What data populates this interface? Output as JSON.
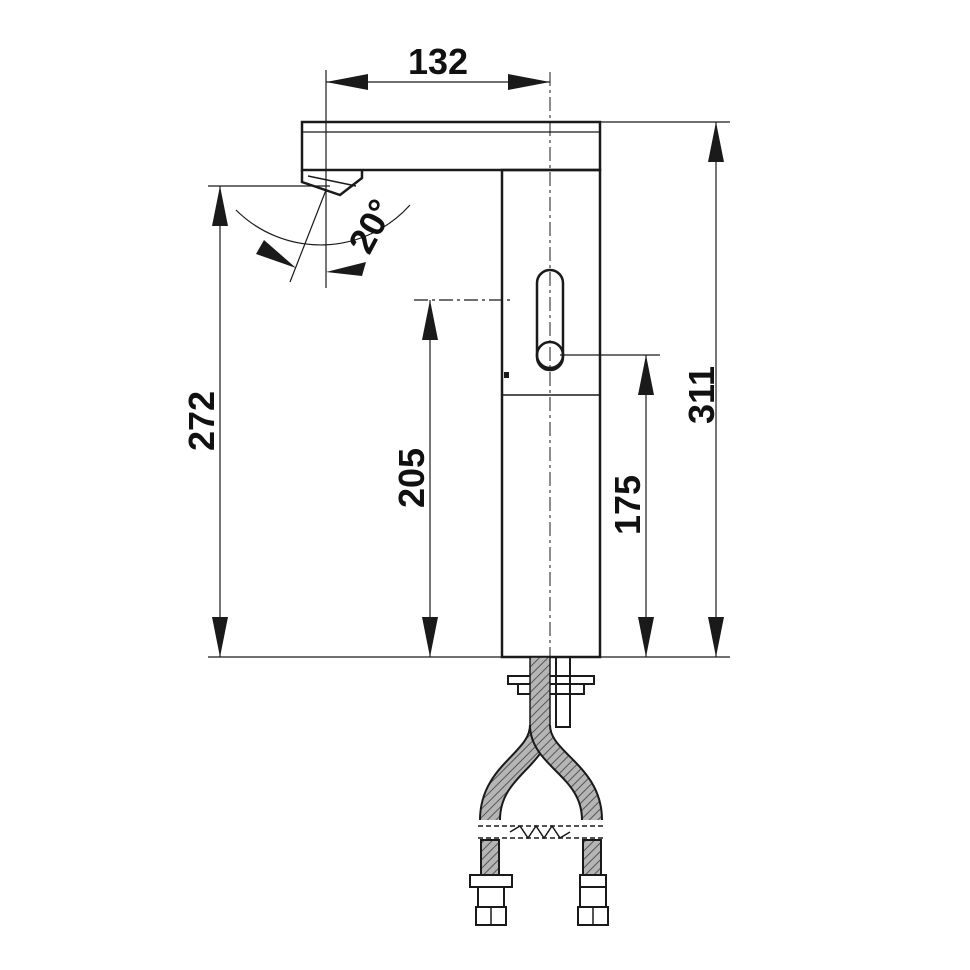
{
  "diagram": {
    "dimensions": {
      "spout_reach": "132",
      "spout_angle": "20°",
      "spout_outlet_height": "272",
      "sensor_height": "205",
      "lever_height": "175",
      "overall_height": "311"
    },
    "colors": {
      "line": "#1a1a1a",
      "hose_fill": "#9a9a9a",
      "background": "#ffffff"
    }
  }
}
